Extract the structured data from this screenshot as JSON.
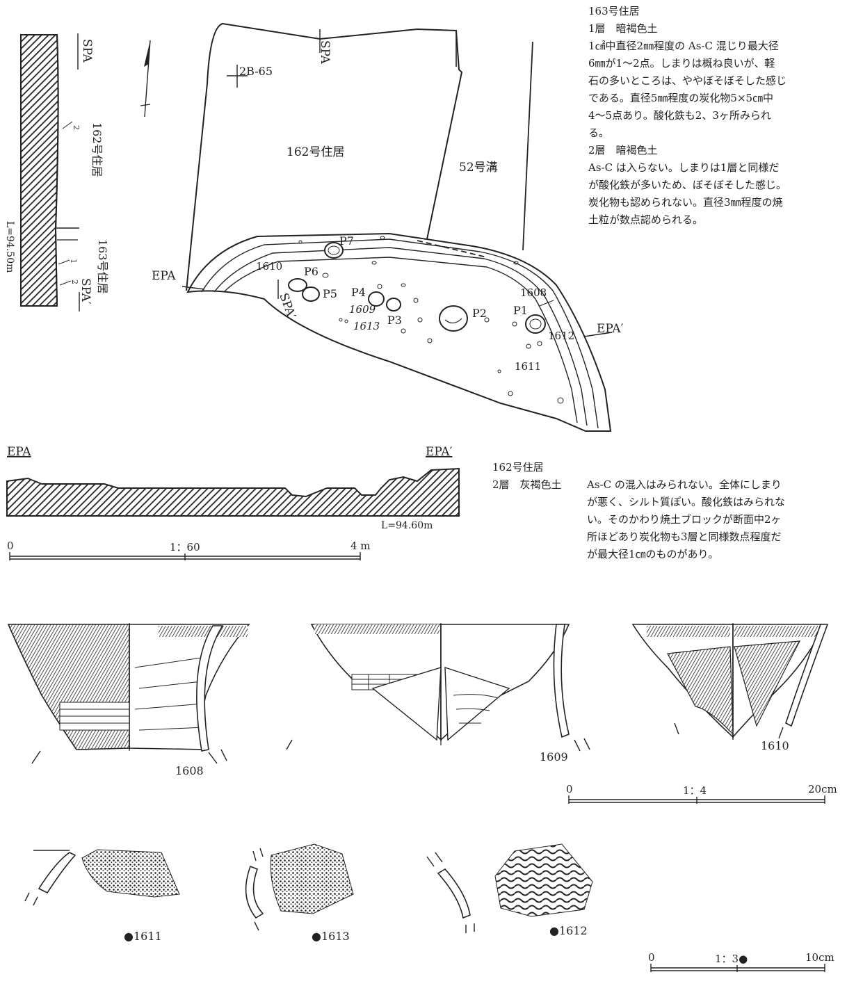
{
  "notes_163": {
    "title": "163号住居",
    "layer1_heading": "1層　暗褐色土",
    "layer1_lines": [
      "1㎠中直径2㎜程度の As-C 混じり最大径",
      "6㎜が1～2点。しまりは概ね良いが、軽",
      "石の多いところは、ややぼそぼそした感じ",
      "である。直径5㎜程度の炭化物5×5㎝中",
      "4～5点あり。酸化鉄も2、3ヶ所みられ",
      "る。"
    ],
    "layer2_heading": "2層　暗褐色土",
    "layer2_lines": [
      "As-C は入らない。しまりは1層と同様だ",
      "が酸化鉄が多いため、ぼそぼそした感じ。",
      "炭化物も認められない。直径3㎜程度の焼",
      "土粒が数点認められる。"
    ]
  },
  "notes_162": {
    "title": "162号住居",
    "layer2_label": "2層　灰褐色土",
    "layer2_lines": [
      "As-C の混入はみられない。全体にしまり",
      "が悪く、シルト質ぽい。酸化鉄はみられな",
      "い。そのかわり焼土ブロックが断面中2ヶ",
      "所ほどあり炭化物も3層と同様数点程度だ",
      "が最大径1㎝のものがあり。"
    ]
  },
  "section_spa": {
    "top_label": "SPA",
    "bottom_label": "SPA′",
    "layer_2": "2",
    "layer_1": "1",
    "layer_2b": "2",
    "house_162": "162号住居",
    "house_163": "163号住居",
    "elevation": "L=94.50m"
  },
  "plan": {
    "grid_label": "2B-65",
    "house_162": "162号住居",
    "ditch_52": "52号溝",
    "spa": "SPA",
    "spa_prime": "SPA′",
    "epa": "EPA",
    "epa_prime": "EPA′",
    "pits": [
      "P7",
      "P6",
      "P5",
      "P4",
      "P3",
      "P2",
      "P1"
    ],
    "finds": [
      "1610",
      "1609",
      "1613",
      "1608",
      "1612",
      "1611"
    ]
  },
  "section_epa": {
    "left_label": "EPA",
    "right_label": "EPA′",
    "elevation": "L=94.60m"
  },
  "scale_60": {
    "start": "0",
    "ratio": "1：60",
    "end": "4 m"
  },
  "scale_4": {
    "start": "0",
    "ratio": "1：4",
    "end": "20cm"
  },
  "scale_3": {
    "start": "0",
    "ratio": "1：3●",
    "end": "10cm"
  },
  "artifacts": {
    "vessels": [
      "1608",
      "1609",
      "1610"
    ],
    "sherds": [
      "●1611",
      "●1613",
      "●1612"
    ]
  }
}
